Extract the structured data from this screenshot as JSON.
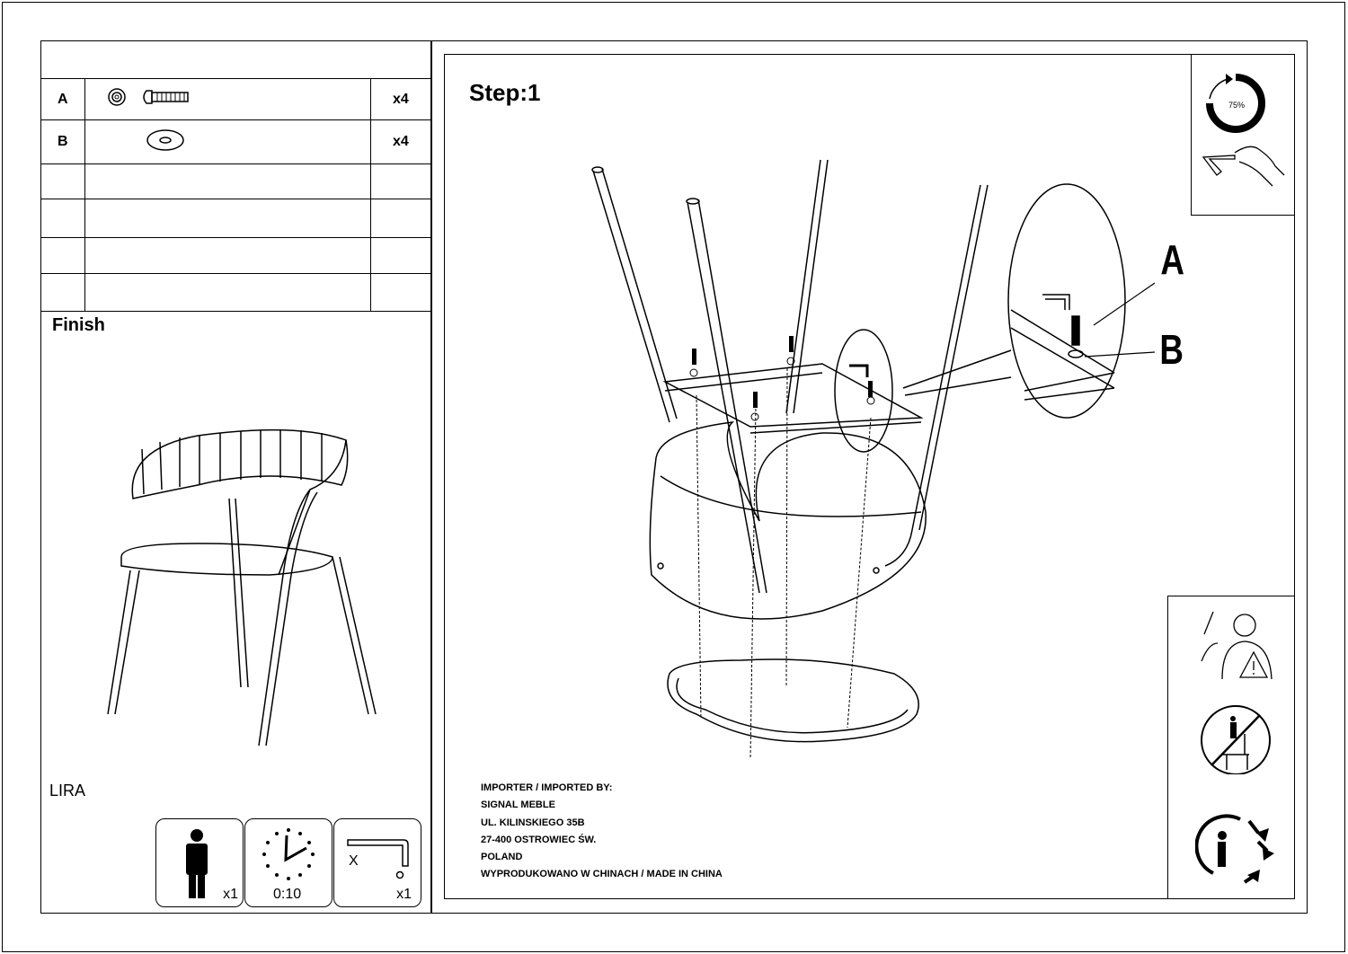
{
  "parts": [
    {
      "letter": "A",
      "name": "bolt-with-washer",
      "qty": "x4"
    },
    {
      "letter": "B",
      "name": "washer",
      "qty": "x4"
    },
    {
      "letter": "",
      "qty": ""
    },
    {
      "letter": "",
      "qty": ""
    },
    {
      "letter": "",
      "qty": ""
    },
    {
      "letter": "",
      "qty": ""
    }
  ],
  "finish_label": "Finish",
  "product_name": "LIRA",
  "requirements": {
    "persons": "x1",
    "time": "0:10",
    "tool_label": "X",
    "tool_qty": "x1"
  },
  "step_title": "Step:1",
  "tighten_percent": "75%",
  "callouts": {
    "a": "A",
    "b": "B"
  },
  "importer": [
    "IMPORTER / IMPORTED BY:",
    "SIGNAL MEBLE",
    "UL. KILINSKIEGO 35B",
    "27-400 OSTROWIEC ŚW.",
    "POLAND",
    "WYPRODUKOWANO W CHINACH / MADE IN CHINA"
  ]
}
